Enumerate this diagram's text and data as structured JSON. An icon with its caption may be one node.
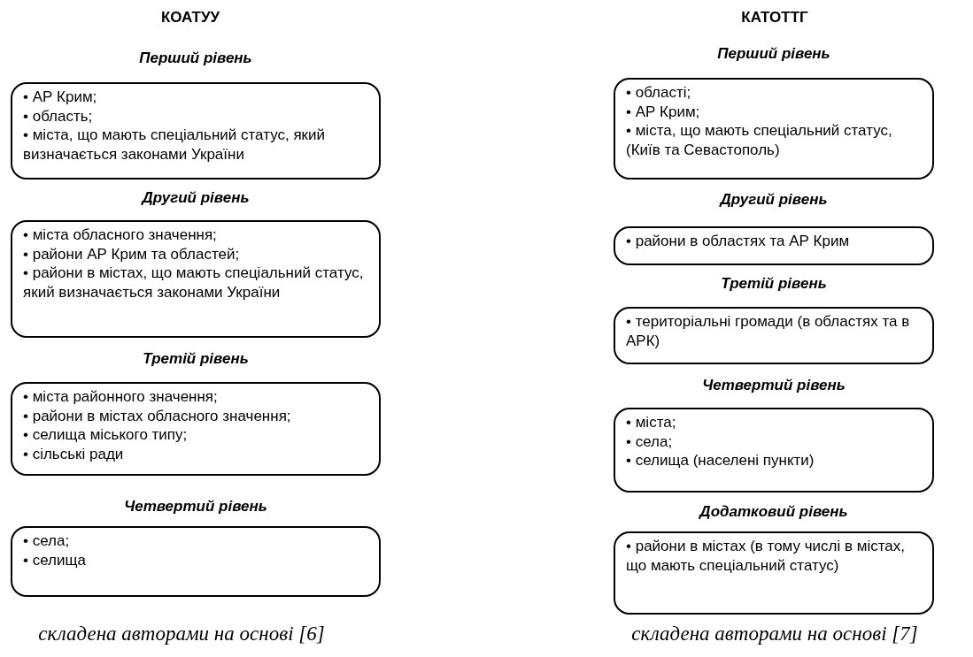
{
  "diagram": {
    "nodes": [
      {
        "text": [
          "Перший рівень",
          "• АР Крим;",
          "• область;",
          "• міста, що мають спеціальний статус, який визначається законами України"
        ]
      },
      {
        "text": [
          "Другий рівень",
          "• міста обласного значення;",
          "• райони АР Крим та областей;",
          "• райони в містах, що мають спеціальний статус, який визначається законами України"
        ]
      },
      {
        "text": [
          "Третій рівень",
          "• міста районного значення;",
          "• райони в містах обласного значення;",
          "• селища міського типу;",
          "• сільські ради"
        ]
      },
      {
        "text": [
          "Четвертий рівень",
          "• села;",
          "• селища"
        ]
      },
      {
        "text": [
          "Перший рівень",
          "• області;",
          "• АР Крим;",
          "• міста, що мають спеціальний статус, (Київ та Севастополь)"
        ]
      },
      {
        "text": [
          "Другий рівень",
          "• райони в областях та АР Крим"
        ]
      },
      {
        "text": [
          "Третій рівень",
          "• територіальні громади (в областях та в АРК)"
        ]
      },
      {
        "text": [
          "Четвертий рівень",
          "• міста;",
          "• села;",
          "• селища (населені пункти)"
        ]
      },
      {
        "text": [
          "Додатковий рівень",
          "• райони в містах (в тому числі в містах, що мають спеціальний статус)"
        ]
      }
    ],
    "labels": [
      "КОАТУУ",
      "КАТОТТГ",
      "складена авторами на основі [6]",
      "складена авторами на основі [7]"
    ]
  }
}
